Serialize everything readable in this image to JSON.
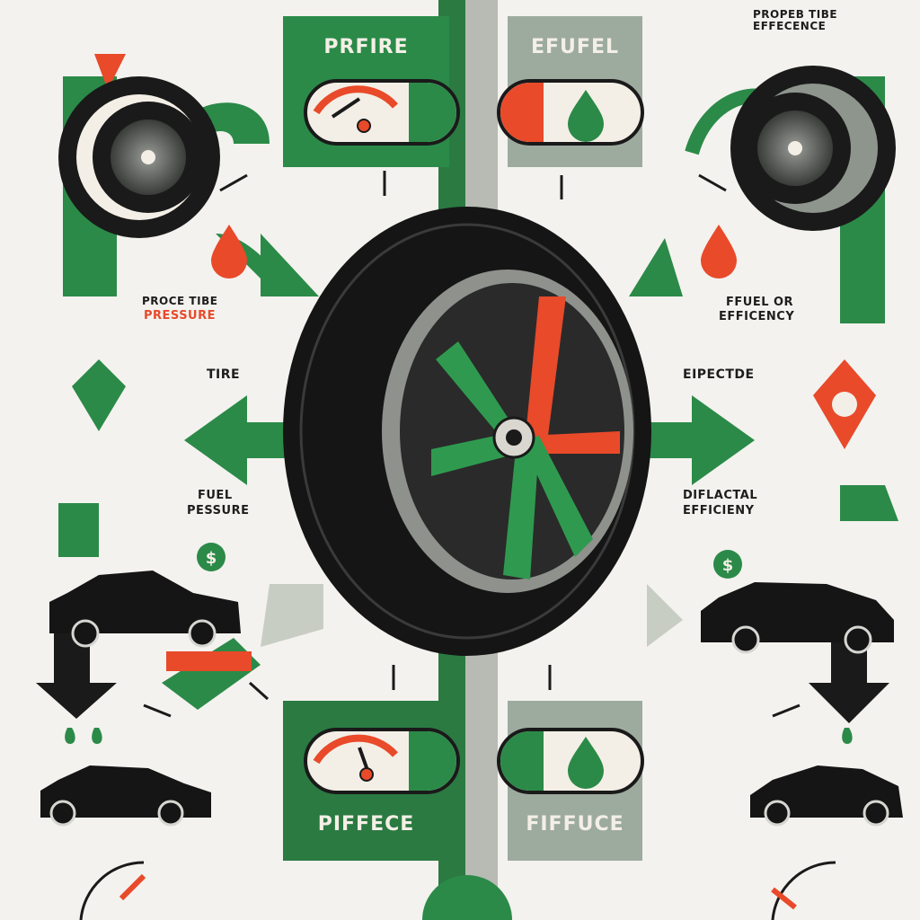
{
  "panels": {
    "top_left": "PRFIRE",
    "top_right": "EFUFEL",
    "bottom_left": "PIFFECE",
    "bottom_right": "FIFFUCE"
  },
  "labels": {
    "proper_tire_efficiency": "PROPEB TIBE EFFECENCE",
    "proper_tire_pressure_1": "PROCE TIBE",
    "proper_tire_pressure_2": "PRESSURE",
    "fuel_efficiency_1": "FFUEL OR",
    "fuel_efficiency_2": "EFFICENCY",
    "tire": "TIRE",
    "expected": "EIPECTDE",
    "fuel_pressure_1": "FUEL",
    "fuel_pressure_2": "PESSURE",
    "differential_efficiency_1": "DIFLACTAL",
    "differential_efficiency_2": "EFFICIENY"
  },
  "colors": {
    "green": "#2f8a47",
    "dark_green": "#1f6e3a",
    "red": "#e84a2a",
    "black": "#151515",
    "gray": "#b9bcb6",
    "background": "#f3f2ee"
  },
  "icons": [
    "tire-icon",
    "gauge-icon",
    "fuel-drop-icon",
    "dollar-icon",
    "car-icon",
    "arrow-icon"
  ]
}
